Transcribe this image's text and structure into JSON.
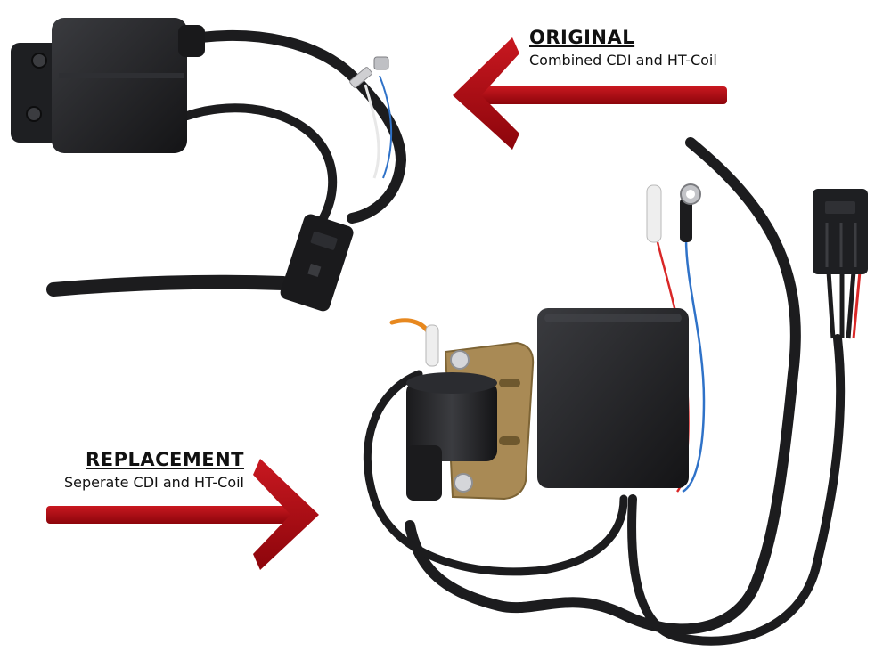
{
  "original": {
    "heading": "ORIGINAL",
    "caption": "Combined CDI and HT-Coil"
  },
  "replacement": {
    "heading": "REPLACEMENT",
    "caption": "Seperate CDI and HT-Coil"
  },
  "colors": {
    "arrow": "#a8070f",
    "cable": "#1c1c1e",
    "housing": "#222326",
    "bracket": "#a98a55",
    "wire_red": "#d92727",
    "wire_blue": "#2f72c8",
    "wire_orange": "#e7881f",
    "wire_white": "#e8e8e8"
  }
}
